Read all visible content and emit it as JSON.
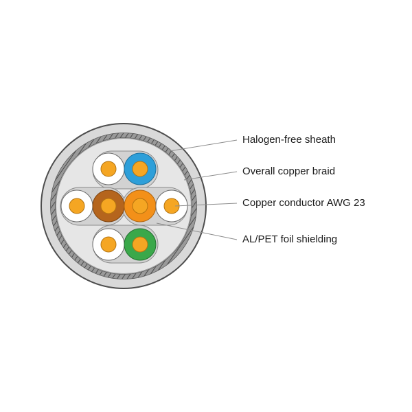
{
  "labels": [
    {
      "id": "sheath",
      "text": "Halogen-free sheath"
    },
    {
      "id": "braid",
      "text": "Overall copper braid"
    },
    {
      "id": "conductor",
      "text": "Copper conductor AWG 23"
    },
    {
      "id": "foil",
      "text": "AL/PET foil shielding"
    }
  ],
  "colors": {
    "sheath": "#d9d9d9",
    "sheath_outline": "#4d4d4d",
    "braid": "#6b6b6b",
    "foil": "#e6e6e6",
    "pair_pocket": "#d2d2d2",
    "copper_core": "#f5a623",
    "white_insulation": "#ffffff",
    "blue_insulation": "#2e9fd9",
    "brown_insulation": "#b5651d",
    "orange_insulation": "#f39019",
    "green_insulation": "#3aa84a",
    "leader_line": "#8c8c8c"
  },
  "pairs": [
    {
      "name": "blue-pair",
      "colors": [
        "white",
        "blue"
      ]
    },
    {
      "name": "brown-pair",
      "colors": [
        "white",
        "brown"
      ]
    },
    {
      "name": "orange-pair",
      "colors": [
        "orange",
        "white"
      ]
    },
    {
      "name": "green-pair",
      "colors": [
        "white",
        "green"
      ]
    }
  ]
}
